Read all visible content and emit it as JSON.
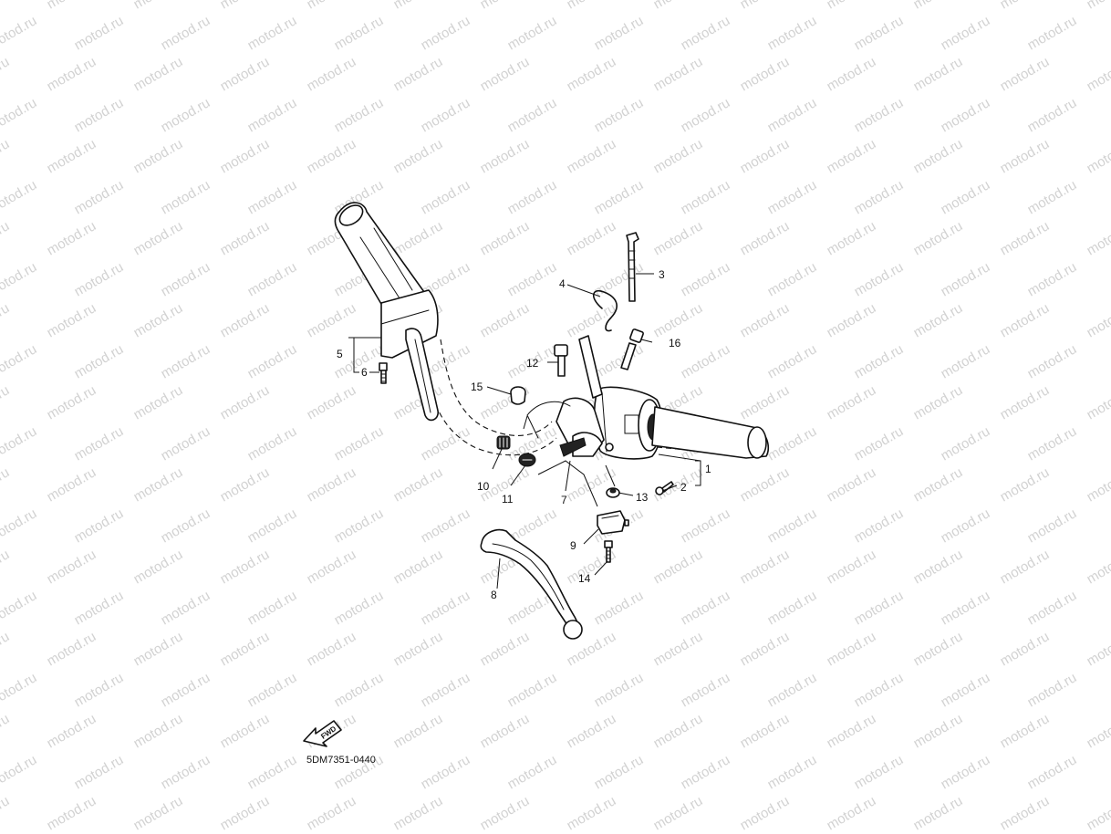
{
  "watermark": {
    "text": "motod.ru"
  },
  "diagram": {
    "part_code": "5DM7351-0440",
    "fwd_label": "FWD",
    "callouts": [
      {
        "id": "1",
        "label": "1"
      },
      {
        "id": "2",
        "label": "2"
      },
      {
        "id": "3",
        "label": "3"
      },
      {
        "id": "4",
        "label": "4"
      },
      {
        "id": "5",
        "label": "5"
      },
      {
        "id": "6",
        "label": "6"
      },
      {
        "id": "7",
        "label": "7"
      },
      {
        "id": "8",
        "label": "8"
      },
      {
        "id": "9",
        "label": "9"
      },
      {
        "id": "10",
        "label": "10"
      },
      {
        "id": "11",
        "label": "11"
      },
      {
        "id": "12",
        "label": "12"
      },
      {
        "id": "13",
        "label": "13"
      },
      {
        "id": "14",
        "label": "14"
      },
      {
        "id": "15",
        "label": "15"
      },
      {
        "id": "16",
        "label": "16"
      }
    ]
  }
}
